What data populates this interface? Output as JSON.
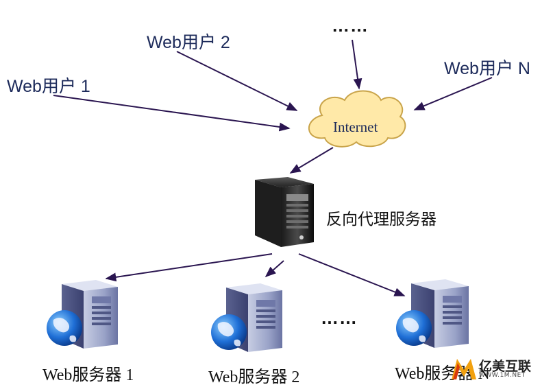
{
  "users": {
    "user_1": "Web用户 1",
    "user_2": "Web用户 2",
    "user_n": "Web用户 N",
    "more_users": "……"
  },
  "internet_label": "Internet",
  "proxy_label": "反向代理服务器",
  "servers": {
    "server_1": "Web服务器 1",
    "server_2": "Web服务器 2",
    "server_n": "Web服务器 N",
    "more_servers": "……"
  },
  "watermark": {
    "name": "亿美互联",
    "url": "WWW.1M.NET"
  },
  "colors": {
    "arrow": "#2a1550",
    "cloud_fill": "#ffe9a8",
    "cloud_stroke": "#c9a44a",
    "label_blue": "#1c2a5a",
    "brand_orange": "#f2a10f"
  }
}
